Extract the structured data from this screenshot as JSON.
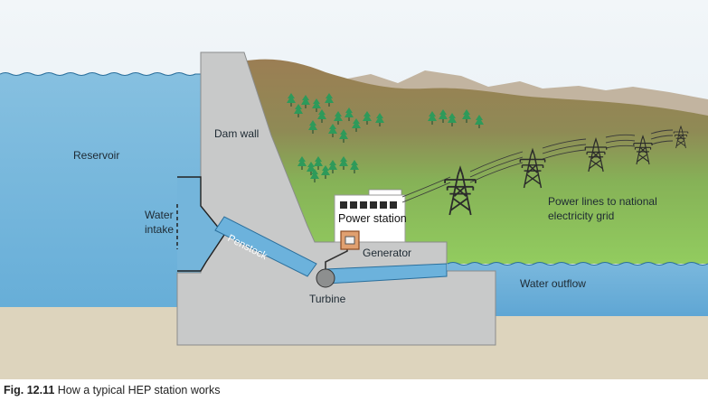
{
  "labels": {
    "reservoir": "Reservoir",
    "dam_wall": "Dam wall",
    "water_intake_line1": "Water",
    "water_intake_line2": "intake",
    "penstock": "Penstock",
    "power_station": "Power station",
    "generator": "Generator",
    "turbine": "Turbine",
    "power_lines_line1": "Power lines to national",
    "power_lines_line2": "electricity grid",
    "water_outflow": "Water outflow"
  },
  "caption": {
    "number": "Fig. 12.11",
    "text": "How a typical HEP station works"
  },
  "colors": {
    "sky": "#eaf2f7",
    "water": "#7fb9dc",
    "water_deep": "#5aa4d2",
    "dam": "#c8c9c9",
    "hill_brown": "#9a7f55",
    "hill_green": "#8cc65a",
    "ground": "#ddd4bd",
    "tree": "#2e9a5a"
  },
  "icons": [
    "tree-icon",
    "pylon-icon"
  ]
}
